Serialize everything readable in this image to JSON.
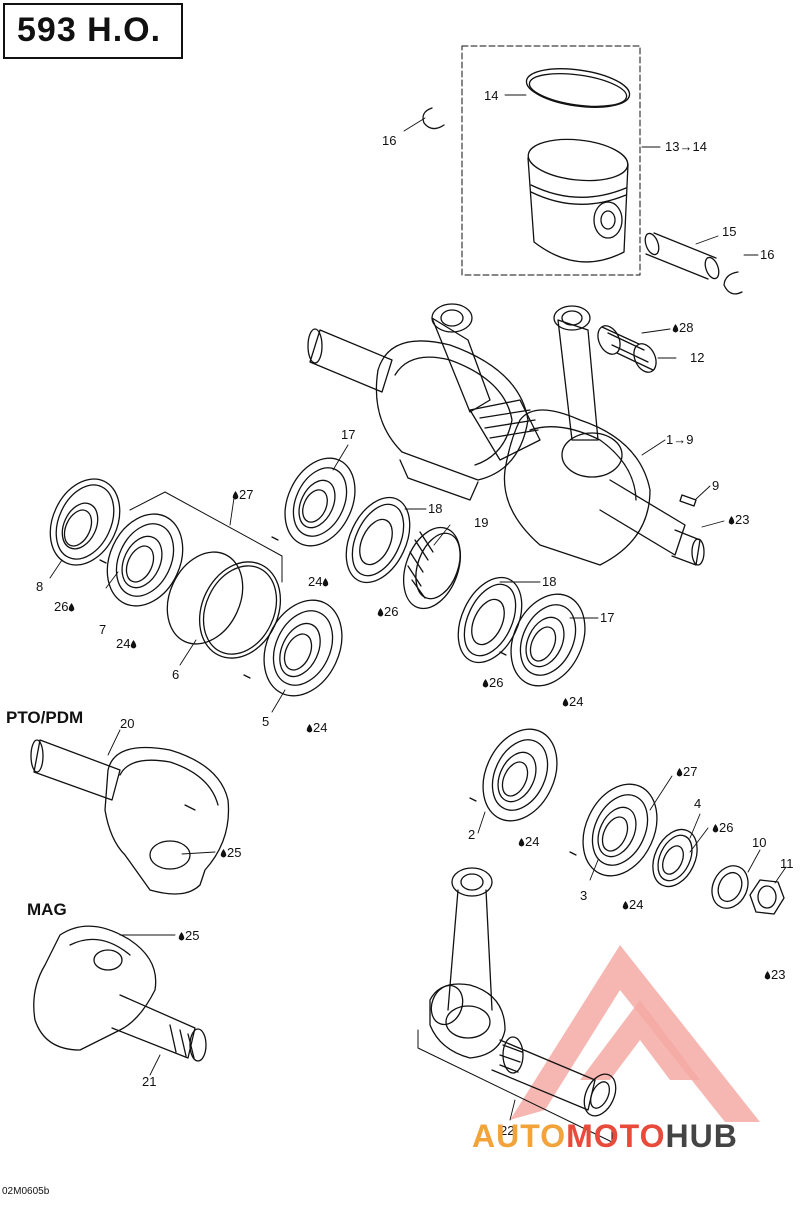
{
  "title": "593 H.O.",
  "drawing_code": "02M0605b",
  "sections": {
    "pto": "PTO/PDM",
    "mag": "MAG"
  },
  "watermark": {
    "part1": "AUTO",
    "part2": "MOTO",
    "part3": "HUB"
  },
  "callouts": {
    "c14": "14",
    "c16a": "16",
    "c13_14": "13→14",
    "c15": "15",
    "c16b": "16",
    "c28": "28",
    "c12": "12",
    "c1_9": "1→9",
    "c9": "9",
    "c23a": "23",
    "c17a": "17",
    "c27a": "27",
    "c18a": "18",
    "c19": "19",
    "c8": "8",
    "c26a": "26",
    "c24a": "24",
    "c26b": "26",
    "c7": "7",
    "c24b": "24",
    "c18b": "18",
    "c17b": "17",
    "c6": "6",
    "c26c": "26",
    "c24c": "24",
    "c5": "5",
    "c24d": "24",
    "c20": "20",
    "c25a": "25",
    "c27b": "27",
    "c4": "4",
    "c26d": "26",
    "c2": "2",
    "c24e": "24",
    "c10": "10",
    "c11": "11",
    "c3": "3",
    "c24f": "24",
    "c23b": "23",
    "c25b": "25",
    "c21": "21",
    "c22": "22"
  }
}
